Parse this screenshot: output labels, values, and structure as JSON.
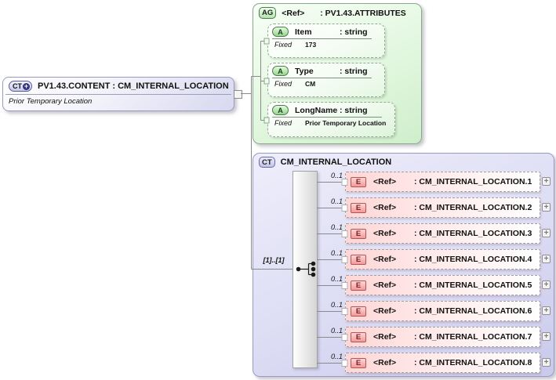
{
  "palette": {
    "content_border": "#9a9ac2",
    "attribute_group_fill": "#d9f2d6",
    "complex_type_fill": "#d9d9f2",
    "element_fill": "#ffd6d6",
    "element_badge_border": "#b25555",
    "green_badge_border": "#4e7a4e"
  },
  "content_box": {
    "badge": "CT",
    "badge_plus": "+",
    "title": "PV1.43.CONTENT : CM_INTERNAL_LOCATION",
    "annotation": "Prior Temporary Location"
  },
  "attribute_group_box": {
    "badge": "AG",
    "name": "<Ref>",
    "type": ": PV1.43.ATTRIBUTES",
    "attributes": [
      {
        "badge": "A",
        "name": "Item",
        "type": ": string",
        "fixed_label": "Fixed",
        "fixed_value": "173"
      },
      {
        "badge": "A",
        "name": "Type",
        "type": ": string",
        "fixed_label": "Fixed",
        "fixed_value": "CM"
      },
      {
        "badge": "A",
        "name": "LongName",
        "type": ": string",
        "fixed_label": "Fixed",
        "fixed_value": "Prior Temporary Location"
      }
    ]
  },
  "complex_type_box": {
    "badge": "CT",
    "title": "CM_INTERNAL_LOCATION",
    "model_cardinality": "[1]..[1]",
    "compositor_icon": "sequence-icon",
    "elements": [
      {
        "cardinality": "0..1",
        "badge": "E",
        "name": "<Ref>",
        "type": ": CM_INTERNAL_LOCATION.1",
        "expand_symbol": "+"
      },
      {
        "cardinality": "0..1",
        "badge": "E",
        "name": "<Ref>",
        "type": ": CM_INTERNAL_LOCATION.2",
        "expand_symbol": "+"
      },
      {
        "cardinality": "0..1",
        "badge": "E",
        "name": "<Ref>",
        "type": ": CM_INTERNAL_LOCATION.3",
        "expand_symbol": "+"
      },
      {
        "cardinality": "0..1",
        "badge": "E",
        "name": "<Ref>",
        "type": ": CM_INTERNAL_LOCATION.4",
        "expand_symbol": "+"
      },
      {
        "cardinality": "0..1",
        "badge": "E",
        "name": "<Ref>",
        "type": ": CM_INTERNAL_LOCATION.5",
        "expand_symbol": "+"
      },
      {
        "cardinality": "0..1",
        "badge": "E",
        "name": "<Ref>",
        "type": ": CM_INTERNAL_LOCATION.6",
        "expand_symbol": "+"
      },
      {
        "cardinality": "0..1",
        "badge": "E",
        "name": "<Ref>",
        "type": ": CM_INTERNAL_LOCATION.7",
        "expand_symbol": "+"
      },
      {
        "cardinality": "0..1",
        "badge": "E",
        "name": "<Ref>",
        "type": ": CM_INTERNAL_LOCATION.8",
        "expand_symbol": "+"
      }
    ]
  }
}
